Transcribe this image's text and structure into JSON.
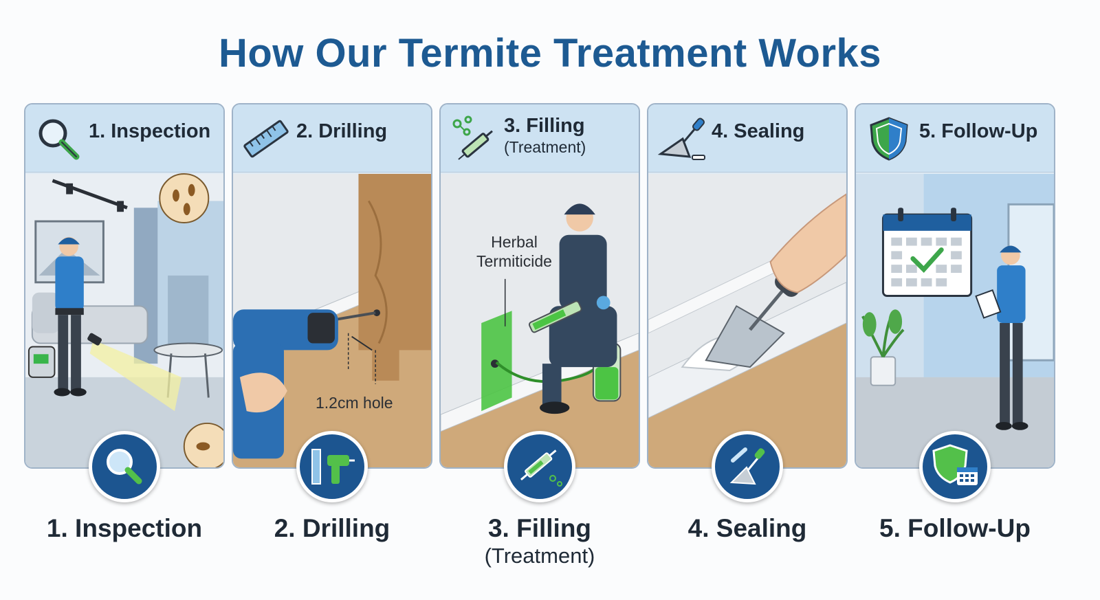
{
  "title": "How Our Termite Treatment Works",
  "steps": [
    {
      "label": "1. Inspection"
    },
    {
      "label": "2. Drilling",
      "annotation": "1.2cm hole"
    },
    {
      "label": "3. Filling",
      "sublabel": "(Treatment)",
      "annotation_line1": "Herbal",
      "annotation_line2": "Termiticide"
    },
    {
      "label": "4. Sealing"
    },
    {
      "label": "5. Follow-Up"
    }
  ],
  "colors": {
    "title": "#1d5a92",
    "accent_blue": "#1c5590",
    "uniform": "#2f7fc9",
    "green": "#44b53c",
    "floor": "#cfa97a"
  }
}
